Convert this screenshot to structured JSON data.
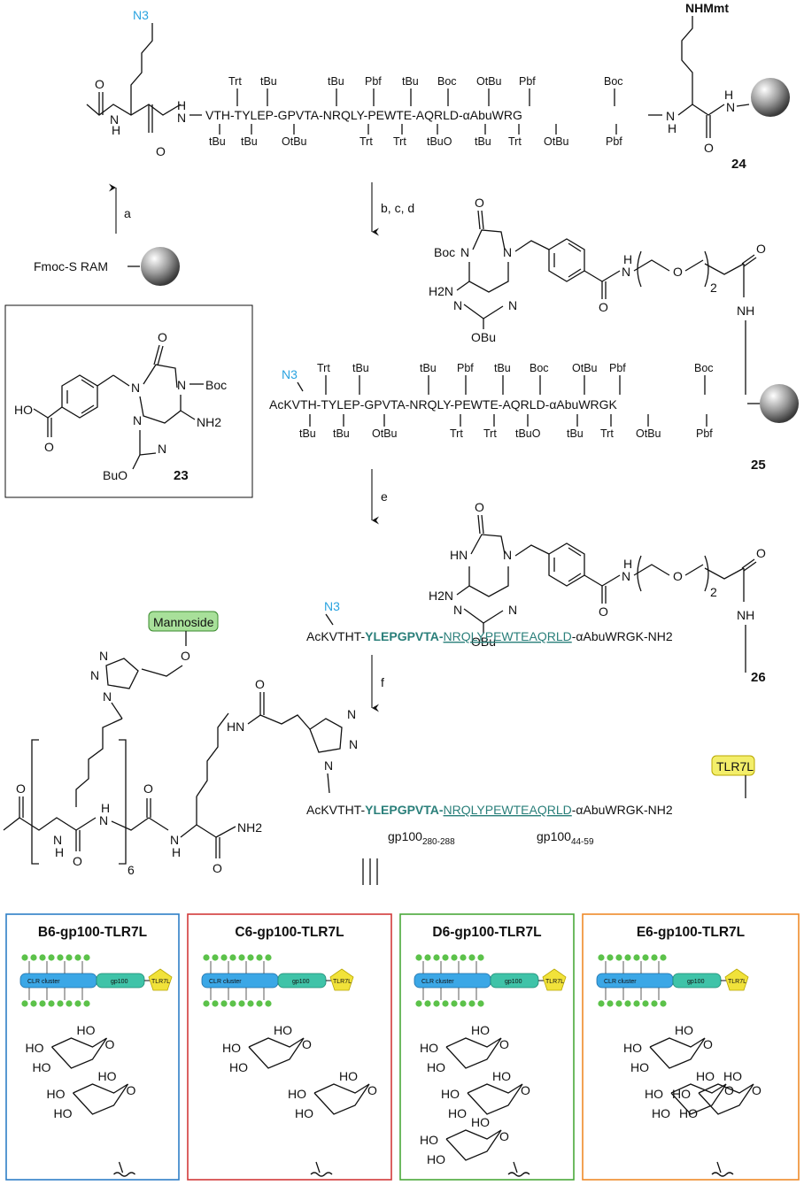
{
  "compounds": {
    "c24": {
      "label": "24",
      "azide": "N3",
      "right_pg": "NHMmt"
    },
    "c23": {
      "label": "23",
      "acid": "HO",
      "boc": "Boc",
      "amine": "NH2",
      "ether": "BuO"
    },
    "c25": {
      "label": "25",
      "azide": "N3",
      "prefix": "AcKVTH-TYLEP-GPVTA-NRQLY-PEWTE-AQRLD-αAbuWRGK"
    },
    "c26": {
      "label": "26",
      "azide": "N3"
    },
    "resin_start": "Fmoc-S RAM"
  },
  "steps": {
    "a": "a",
    "bcd": "b, c, d",
    "e": "e",
    "f": "f"
  },
  "peptide": {
    "main_24": "VTH-TYLEP-GPVTA-NRQLY-PEWTE-AQRLD-αAbuWRG",
    "top_pgs": [
      "Trt",
      "tBu",
      "tBu",
      "Pbf",
      "tBu",
      "Boc",
      "OtBu",
      "Pbf",
      "Boc"
    ],
    "bottom_pgs": [
      "tBu",
      "tBu",
      "OtBu",
      "Trt",
      "Trt",
      "tBuO",
      "tBu",
      "Trt",
      "OtBu",
      "Pbf"
    ],
    "seq_prefix": "AcKVTHT-",
    "seq_epitope1": "YLEPGPVTA-",
    "seq_epitope2": "NRQLYPEWTEAQRLD",
    "seq_suffix": "-αAbuWRGK",
    "seq_end": "-NH2",
    "gp1_base": "gp100",
    "gp1_sub": "280-288",
    "gp2_base": "gp100",
    "gp2_sub": "44-59"
  },
  "tags": {
    "mannoside": "Mannoside",
    "tlr7l": "TLR7L"
  },
  "purine": {
    "boc": "Boc",
    "nh2": "H2N",
    "obu": "OBu",
    "hn": "HN",
    "nh": "NH",
    "repeat": "2",
    "o": "O",
    "n": "N",
    "h": "H"
  },
  "cluster": {
    "repeat": "6",
    "nh2": "NH2"
  },
  "products": [
    {
      "title": "B6-gp100-TLR7L",
      "color": "#2e7fc6"
    },
    {
      "title": "C6-gp100-TLR7L",
      "color": "#d23a3a"
    },
    {
      "title": "D6-gp100-TLR7L",
      "color": "#4aa83a"
    },
    {
      "title": "E6-gp100-TLR7L",
      "color": "#ee8a2a"
    }
  ],
  "cartoon": {
    "clr": "CLR cluster",
    "gp100": "gp100",
    "tlr": "TLR7L"
  },
  "sugar": {
    "ho": "HO",
    "o": "O"
  }
}
